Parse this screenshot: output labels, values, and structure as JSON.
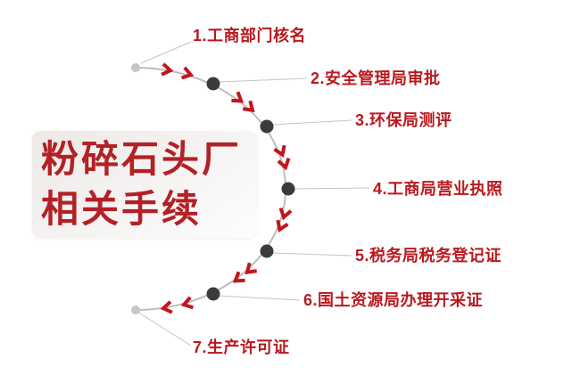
{
  "card": {
    "line1": "粉碎石头厂",
    "line2": "相关手续"
  },
  "steps": [
    {
      "label": "1.工商部门核名"
    },
    {
      "label": "2.安全管理局审批"
    },
    {
      "label": "3.环保局测评"
    },
    {
      "label": "4.工商局营业执照"
    },
    {
      "label": "5.税务局税务登记证"
    },
    {
      "label": "6.国土资源局办理开采证"
    },
    {
      "label": "7.生产许可证"
    }
  ],
  "colors": {
    "accent_red": "#b9191f",
    "title_red": "#b32025",
    "chevron_red": "#c3151b",
    "arc_gray": "#bdbdbd",
    "dot_dark": "#3b3b3b",
    "dot_light": "#c6c6c6",
    "card_gradient_start": "#ece9e7",
    "card_gradient_end": "#fdfdfd",
    "background": "#ffffff"
  }
}
